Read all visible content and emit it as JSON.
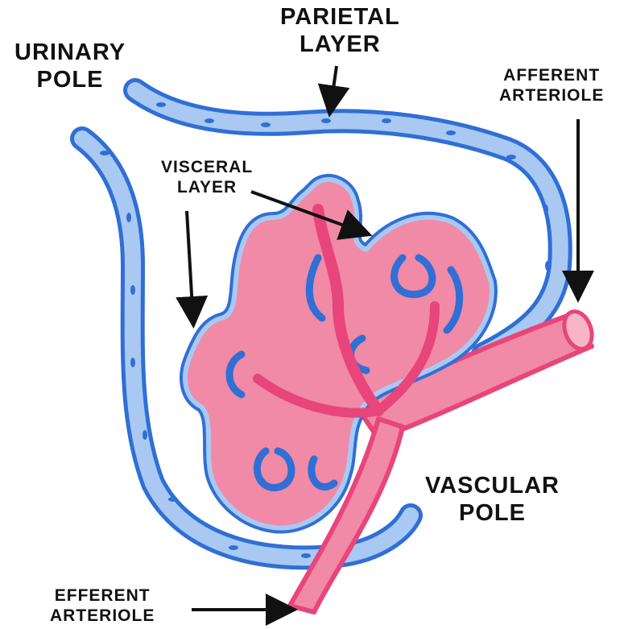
{
  "labels": {
    "urinary_pole": [
      "URINARY",
      "POLE"
    ],
    "parietal_layer": [
      "PARIETAL",
      "LAYER"
    ],
    "afferent_arteriole": [
      "AFFERENT",
      "ARTERIOLE"
    ],
    "visceral_layer": [
      "VISCERAL",
      "LAYER"
    ],
    "vascular_pole": [
      "VASCULAR",
      "POLE"
    ],
    "efferent_arteriole": [
      "EFFERENT",
      "ARTERIOLE"
    ]
  },
  "colors": {
    "capsule_blue": "#2f6fd6",
    "capsule_fill": "#a9c9f2",
    "vessel_pink": "#e8457a",
    "vessel_fill": "#f08aa6",
    "arrow": "#111111"
  }
}
